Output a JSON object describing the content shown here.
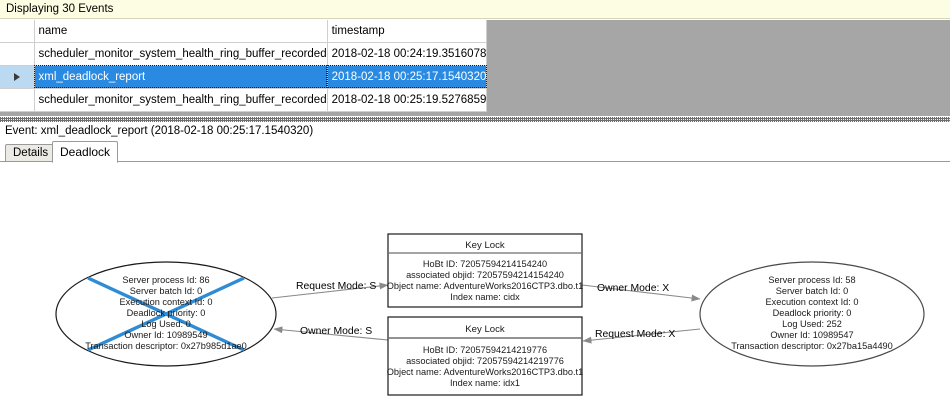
{
  "status": {
    "text": "Displaying 30 Events"
  },
  "grid": {
    "columns": [
      "name",
      "timestamp"
    ],
    "rows": [
      {
        "selected": false,
        "marker": "",
        "name": "scheduler_monitor_system_health_ring_buffer_recorded",
        "timestamp": "2018-02-18 00:24:19.3516078"
      },
      {
        "selected": true,
        "marker": "current-row-arrow",
        "name": "xml_deadlock_report",
        "timestamp": "2018-02-18 00:25:17.1540320"
      },
      {
        "selected": false,
        "marker": "",
        "name": "scheduler_monitor_system_health_ring_buffer_recorded",
        "timestamp": "2018-02-18 00:25:19.5276859"
      }
    ],
    "selection_color": "#2a8ae2",
    "empty_area_color": "#a6a6a6"
  },
  "event_header": {
    "text": "Event: xml_deadlock_report (2018-02-18 00:25:17.1540320)"
  },
  "tabs": [
    {
      "label": "Details",
      "active": false
    },
    {
      "label": "Deadlock",
      "active": true
    }
  ],
  "deadlock_graph": {
    "victim_marker_color": "#2e8bd4",
    "processes": [
      {
        "id": "process-left",
        "is_victim": true,
        "lines": [
          "Server process Id: 86",
          "Server batch Id: 0",
          "Execution context Id: 0",
          "Deadlock priority: 0",
          "Log Used: 0",
          "Owner Id: 10989549",
          "Transaction descriptor: 0x27b985d1ae0"
        ]
      },
      {
        "id": "process-right",
        "is_victim": false,
        "lines": [
          "Server process Id: 58",
          "Server batch Id: 0",
          "Execution context Id: 0",
          "Deadlock priority: 0",
          "Log Used: 252",
          "Owner Id: 10989547",
          "Transaction descriptor: 0x27ba15a4490"
        ]
      }
    ],
    "resources": [
      {
        "id": "keylock-top",
        "title": "Key Lock",
        "lines": [
          "HoBt ID: 72057594214154240",
          "associated objid: 72057594214154240",
          "Object name: AdventureWorks2016CTP3.dbo.t1",
          "Index name: cidx"
        ]
      },
      {
        "id": "keylock-bottom",
        "title": "Key Lock",
        "lines": [
          "HoBt ID: 72057594214219776",
          "associated objid: 72057594214219776",
          "Object name: AdventureWorks2016CTP3.dbo.t1",
          "Index name: idx1"
        ]
      }
    ],
    "edges": [
      {
        "id": "edge-left-request",
        "label": "Request Mode: S"
      },
      {
        "id": "edge-right-owner",
        "label": "Owner Mode: X"
      },
      {
        "id": "edge-left-owner",
        "label": "Owner Mode: S"
      },
      {
        "id": "edge-right-request",
        "label": "Request Mode: X"
      }
    ]
  }
}
